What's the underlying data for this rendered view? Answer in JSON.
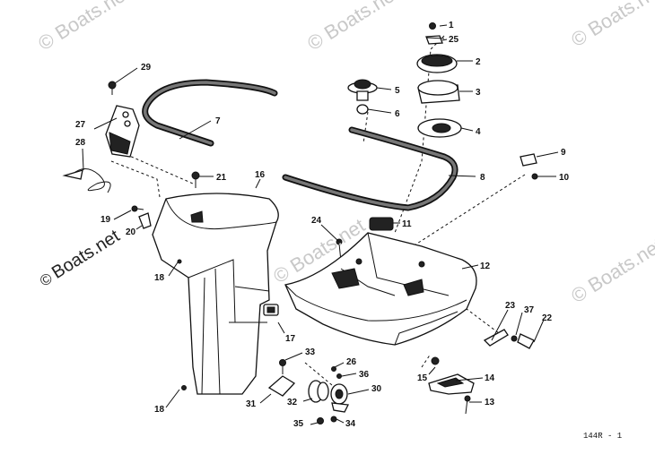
{
  "watermarks": {
    "text": "Boats.net",
    "copyright_symbol": "©"
  },
  "callouts": [
    "1",
    "2",
    "3",
    "4",
    "5",
    "6",
    "7",
    "8",
    "9",
    "10",
    "11",
    "12",
    "13",
    "14",
    "15",
    "16",
    "17",
    "18",
    "18",
    "19",
    "20",
    "21",
    "22",
    "23",
    "24",
    "25",
    "26",
    "27",
    "28",
    "29",
    "30",
    "31",
    "32",
    "33",
    "34",
    "35",
    "36",
    "37"
  ],
  "diagram_code": "144R - 1"
}
